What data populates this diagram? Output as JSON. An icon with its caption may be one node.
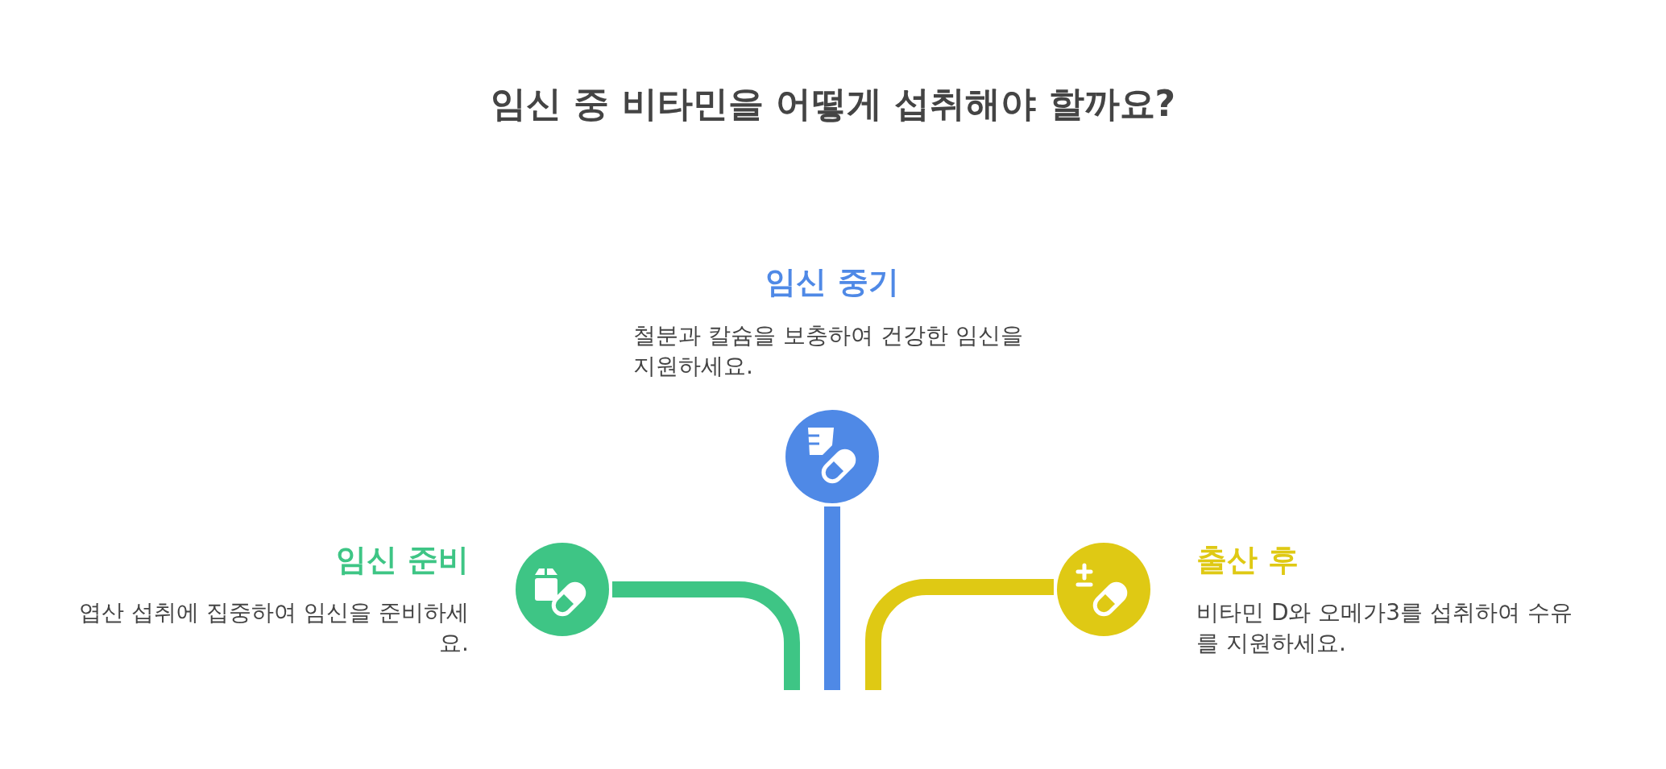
{
  "diagram": {
    "title": "임신 중 비타민을 어떻게 섭취해야 할까요?",
    "nodes": [
      {
        "text": [],
        "shape": "circle",
        "beside": [
          "임신 준비",
          "엽산 섭취에 집중하여 임신을 준비하세요."
        ]
      },
      {
        "text": [],
        "shape": "circle",
        "beside": [
          "임신 중기",
          "철분과 칼슘을 보충하여 건강한 임신을 지원하세요."
        ]
      },
      {
        "text": [],
        "shape": "circle",
        "beside": [
          "출산 후",
          "비타민 D와 오메가3를 섭취하여 수유를 지원하세요."
        ]
      }
    ],
    "edges": [
      {
        "from": 0,
        "to": null,
        "arrow": "none",
        "color": "#3ec585"
      },
      {
        "from": 1,
        "to": null,
        "arrow": "none",
        "color": "#4f89e6"
      },
      {
        "from": 2,
        "to": null,
        "arrow": "none",
        "color": "#dfc914"
      }
    ]
  }
}
